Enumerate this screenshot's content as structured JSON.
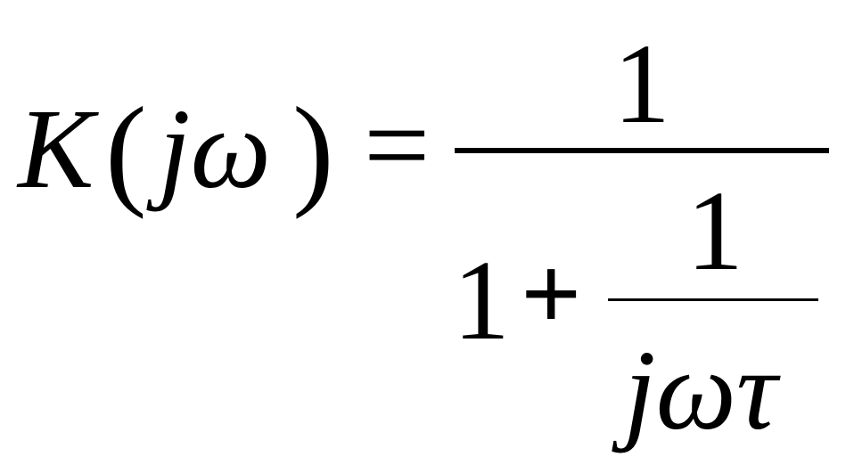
{
  "formula": {
    "lhs": {
      "function_name": "K",
      "open_paren": "(",
      "argument": "jω",
      "close_paren": ")"
    },
    "equals": "=",
    "numerator": "1",
    "denominator": {
      "constant": "1",
      "plus": "+",
      "inner_numerator": "1",
      "inner_denominator": "jωτ"
    }
  }
}
